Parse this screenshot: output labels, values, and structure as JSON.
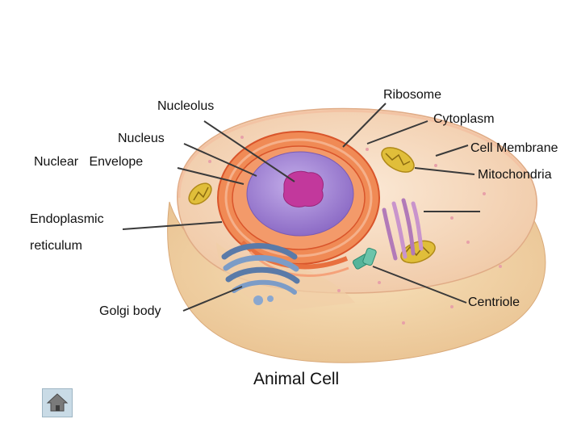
{
  "labels": {
    "nucleolus": "Nucleolus",
    "ribosome": "Ribosome",
    "cytoplasm": "Cytoplasm",
    "nucleus": "Nucleus",
    "cell_membrane": "Cell Membrane",
    "nuclear_envelope": "Nuclear   Envelope",
    "mitochondria": "Mitochondria",
    "endoplasmic": "Endoplasmic",
    "reticulum": "reticulum",
    "golgi_body": "Golgi body",
    "centriole": "Centriole"
  },
  "caption": "Animal Cell",
  "nav": {
    "home_icon": "home-icon"
  },
  "colors": {
    "cell_base": "#f3d6a6",
    "cytoplasm": "#f6dcc0",
    "nucleus": "#a98ad6",
    "nucleolus": "#c5389e",
    "er": "#e8703f",
    "golgi": "#6f8fb8",
    "mitochondria": "#e0be3a",
    "centriole": "#55b49a"
  }
}
